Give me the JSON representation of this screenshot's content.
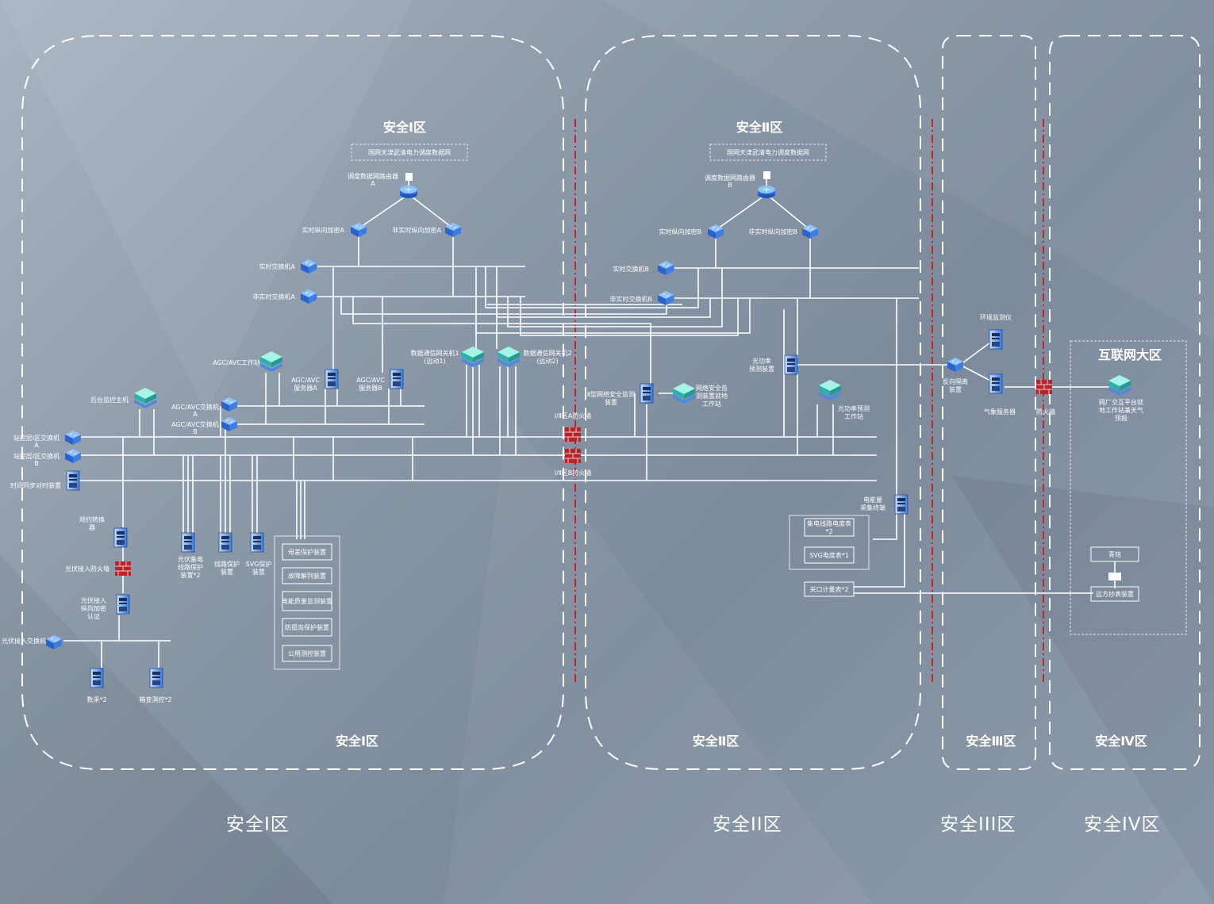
{
  "zones": {
    "z1_title": "安全Ⅰ区",
    "z2_title": "安全Ⅱ区",
    "z1_bottom": "安全Ⅰ区",
    "z2_bottom": "安全Ⅱ区",
    "z3_bottom": "安全Ⅲ区",
    "z4_bottom": "安全Ⅳ区",
    "internet": "互联网大区"
  },
  "footer": {
    "z1": "安全I区",
    "z2": "安全II区",
    "z3": "安全III区",
    "z4": "安全IV区"
  },
  "z1": {
    "network": "国网天津武清电力调度数据网",
    "router": "调度数据网路由器",
    "router_suffix": "A",
    "enc_rt": "实时纵向加密A",
    "enc_nrt": "非实时纵向加密A",
    "sw_rt": "实时交换机A",
    "sw_nrt": "非实时交换机A",
    "agc_ws": "AGC/AVC工作站",
    "agc_srv_a": "AGC/AVC",
    "agc_srv_a2": "服务器A",
    "agc_srv_b": "AGC/AVC",
    "agc_srv_b2": "服务器B",
    "gw1": "数据通信网关机1",
    "gw1_sub": "(远动1)",
    "gw2": "数据通信网关机2",
    "gw2_sub": "(远动2)",
    "monitor_host": "后台监控主机",
    "agc_sw_a": "AGC/AVC交换机",
    "agc_sw_a2": "A",
    "agc_sw_b": "AGC/AVC交换机",
    "agc_sw_b2": "B",
    "station_sw_a": "站控层Ⅰ区交换机",
    "station_sw_a2": "A",
    "station_sw_b": "站控层Ⅰ区交换机",
    "station_sw_b2": "B",
    "time_sync": "时间同步对时装置",
    "protocol_conv": "规约转换",
    "protocol_conv2": "器",
    "pv_fw": "光伏接入防火墙",
    "pv_enc": "光伏接入",
    "pv_enc2": "纵向加密",
    "pv_enc3": "认证",
    "pv_sw": "光伏接入交换机",
    "collector": "数采*2",
    "box_monitor": "箱变测控*2",
    "collector_line": "光伏集电",
    "collector_line2": "线路保护",
    "collector_line3": "装置*2",
    "line_prot": "线路保护",
    "line_prot2": "装置",
    "svg_prot": "SVG保护",
    "svg_prot2": "装置",
    "devices": [
      "母差保护装置",
      "故障解列装置",
      "电能质量监测装置",
      "防孤岛保护装置",
      "公用测控装置"
    ]
  },
  "fw_ab": {
    "fw_a": "Ⅰ/Ⅱ区A防火墙",
    "fw_b": "Ⅰ/Ⅱ区B防火墙"
  },
  "z2": {
    "network": "国网天津武清电力调度数据网",
    "router": "调度数据网路由器",
    "router_suffix": "B",
    "enc_rt": "实时纵向加密B",
    "enc_nrt": "非实时纵向加密B",
    "sw_rt": "实时交换机B",
    "sw_nrt": "非实时交换机B",
    "net_sec_mon": "Ⅱ型网络安全监测",
    "net_sec_mon2": "装置",
    "net_sec_ws": "网络安全监",
    "net_sec_ws2": "测装置就地",
    "net_sec_ws3": "工作站",
    "power_pred": "光功率",
    "power_pred2": "预测装置",
    "power_pred_ws": "光功率预测",
    "power_pred_ws2": "工作站",
    "energy_term": "电能量",
    "energy_term2": "采集终端",
    "meter_a": "集电线路电度表",
    "meter_a2": "*2",
    "meter_b": "SVG电度表*1",
    "gate_meter": "关口计量表*2"
  },
  "z3": {
    "env": "环境监测仪",
    "isolator": "反向隔离",
    "isolator2": "装置",
    "weather": "气象服务器"
  },
  "z4": {
    "fw": "防火墙",
    "platform": "网厂交互平台就",
    "platform2": "地工作站兼天气",
    "platform3": "预报",
    "beidou": "青铭",
    "remote": "远方抄表装置"
  },
  "colors": {
    "line": "#ffffff",
    "dash_red": "#c0262a",
    "icon_blue": "#2f6fd8",
    "icon_teal": "#49c6b8"
  }
}
